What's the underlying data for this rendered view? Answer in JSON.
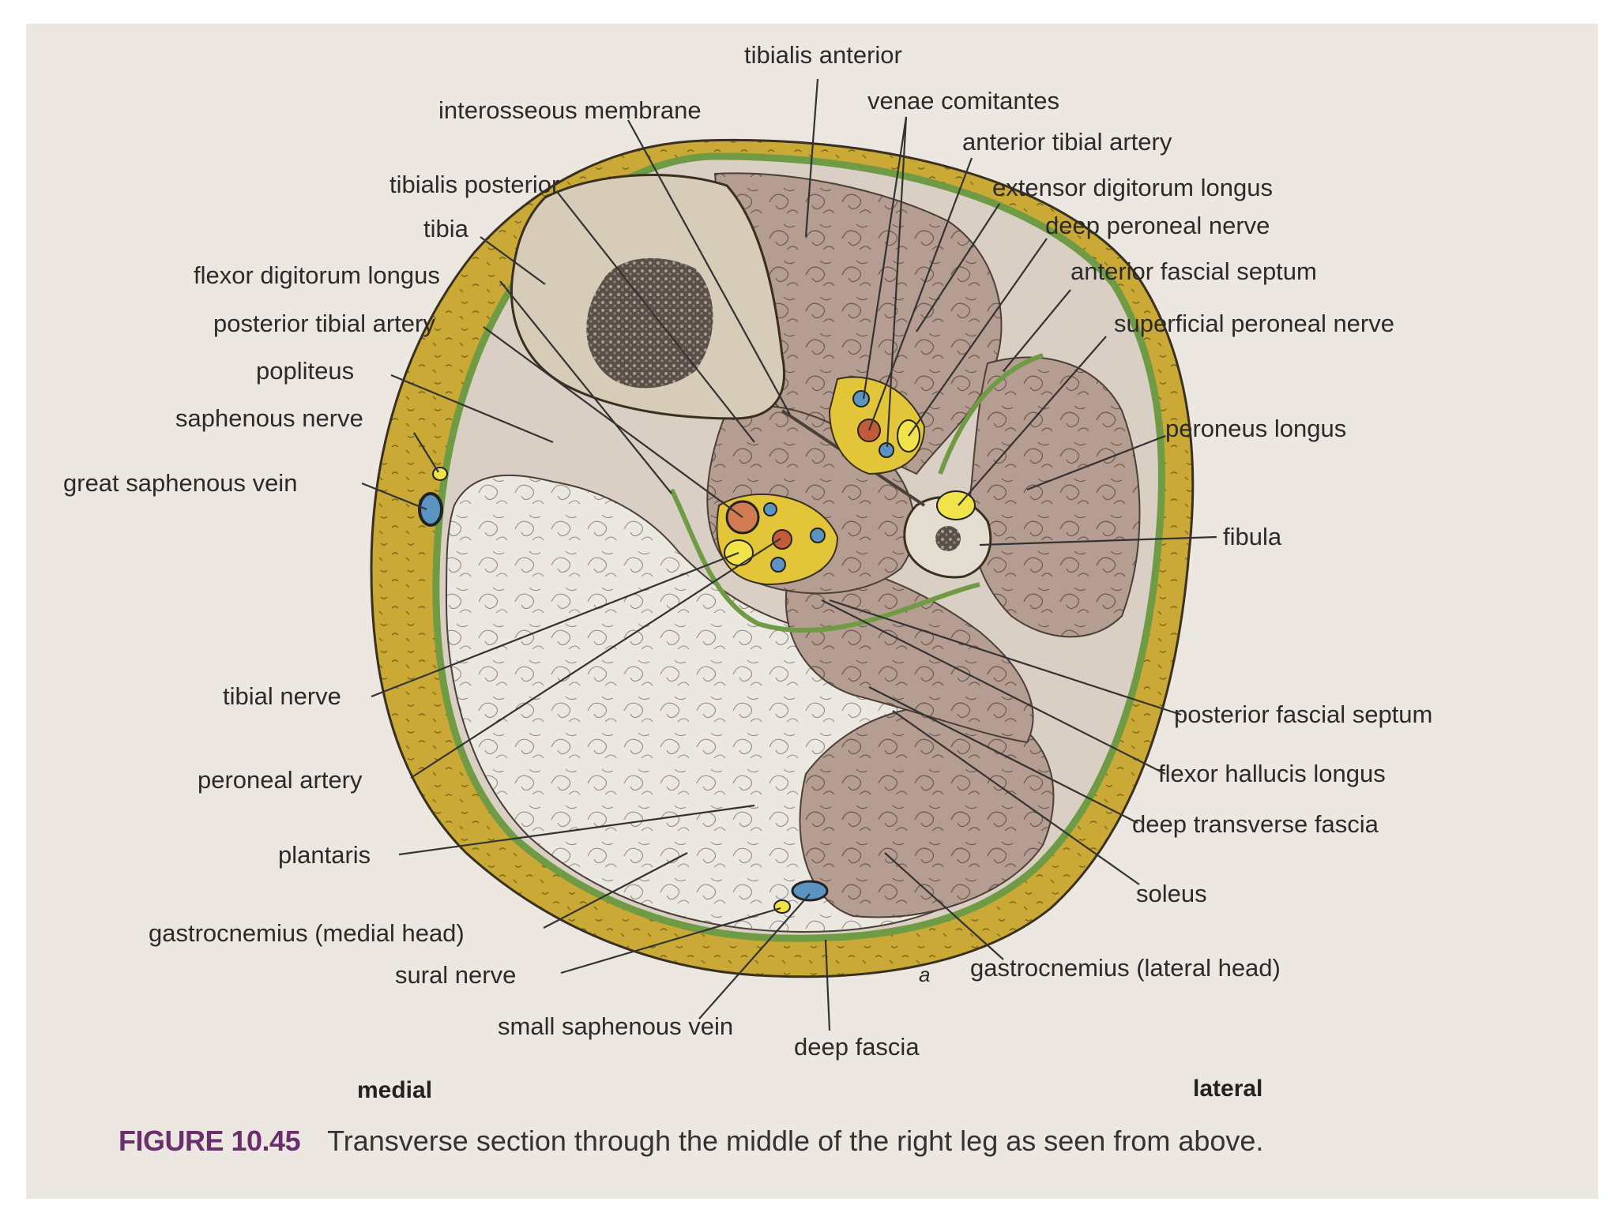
{
  "labels": {
    "tibialis_anterior": "tibialis anterior",
    "interosseous_membrane": "interosseous membrane",
    "venae_comitantes": "venae comitantes",
    "anterior_tibial_artery": "anterior tibial artery",
    "tibialis_posterior": "tibialis posterior",
    "extensor_digitorum_longus": "extensor digitorum longus",
    "tibia": "tibia",
    "deep_peroneal_nerve": "deep peroneal nerve",
    "flexor_digitorum_longus": "flexor digitorum longus",
    "anterior_fascial_septum": "anterior fascial septum",
    "posterior_tibial_artery": "posterior tibial artery",
    "superficial_peroneal_nerve": "superficial peroneal nerve",
    "popliteus": "popliteus",
    "saphenous_nerve": "saphenous nerve",
    "peroneus_longus": "peroneus longus",
    "great_saphenous_vein": "great saphenous vein",
    "fibula": "fibula",
    "tibial_nerve": "tibial nerve",
    "posterior_fascial_septum": "posterior fascial septum",
    "peroneal_artery": "peroneal artery",
    "flexor_hallucis_longus": "flexor hallucis longus",
    "deep_transverse_fascia": "deep transverse fascia",
    "plantaris": "plantaris",
    "soleus": "soleus",
    "gastrocnemius_medial_head": "gastrocnemius (medial head)",
    "gastrocnemius_lateral_head": "gastrocnemius (lateral head)",
    "sural_nerve": "sural nerve",
    "small_saphenous_vein": "small saphenous vein",
    "deep_fascia": "deep fascia"
  },
  "orientation": {
    "medial": "medial",
    "lateral": "lateral"
  },
  "caption": {
    "figure_number": "FIGURE 10.45",
    "text": "Transverse section through the middle of the right leg as seen from above."
  },
  "artist_mark": "a",
  "colors": {
    "background": "#ece7e0",
    "subcutaneous_fat": "#c9a935",
    "deep_fascia": "#6f9b45",
    "muscle_posterior": "#e6e1da",
    "muscle_anterior": "#b39c8f",
    "bone": "#d8cdb8",
    "nerve": "#f1e34a",
    "artery": "#c25b3a",
    "vein": "#5b94c0",
    "caption_accent": "#6b2f6e"
  }
}
